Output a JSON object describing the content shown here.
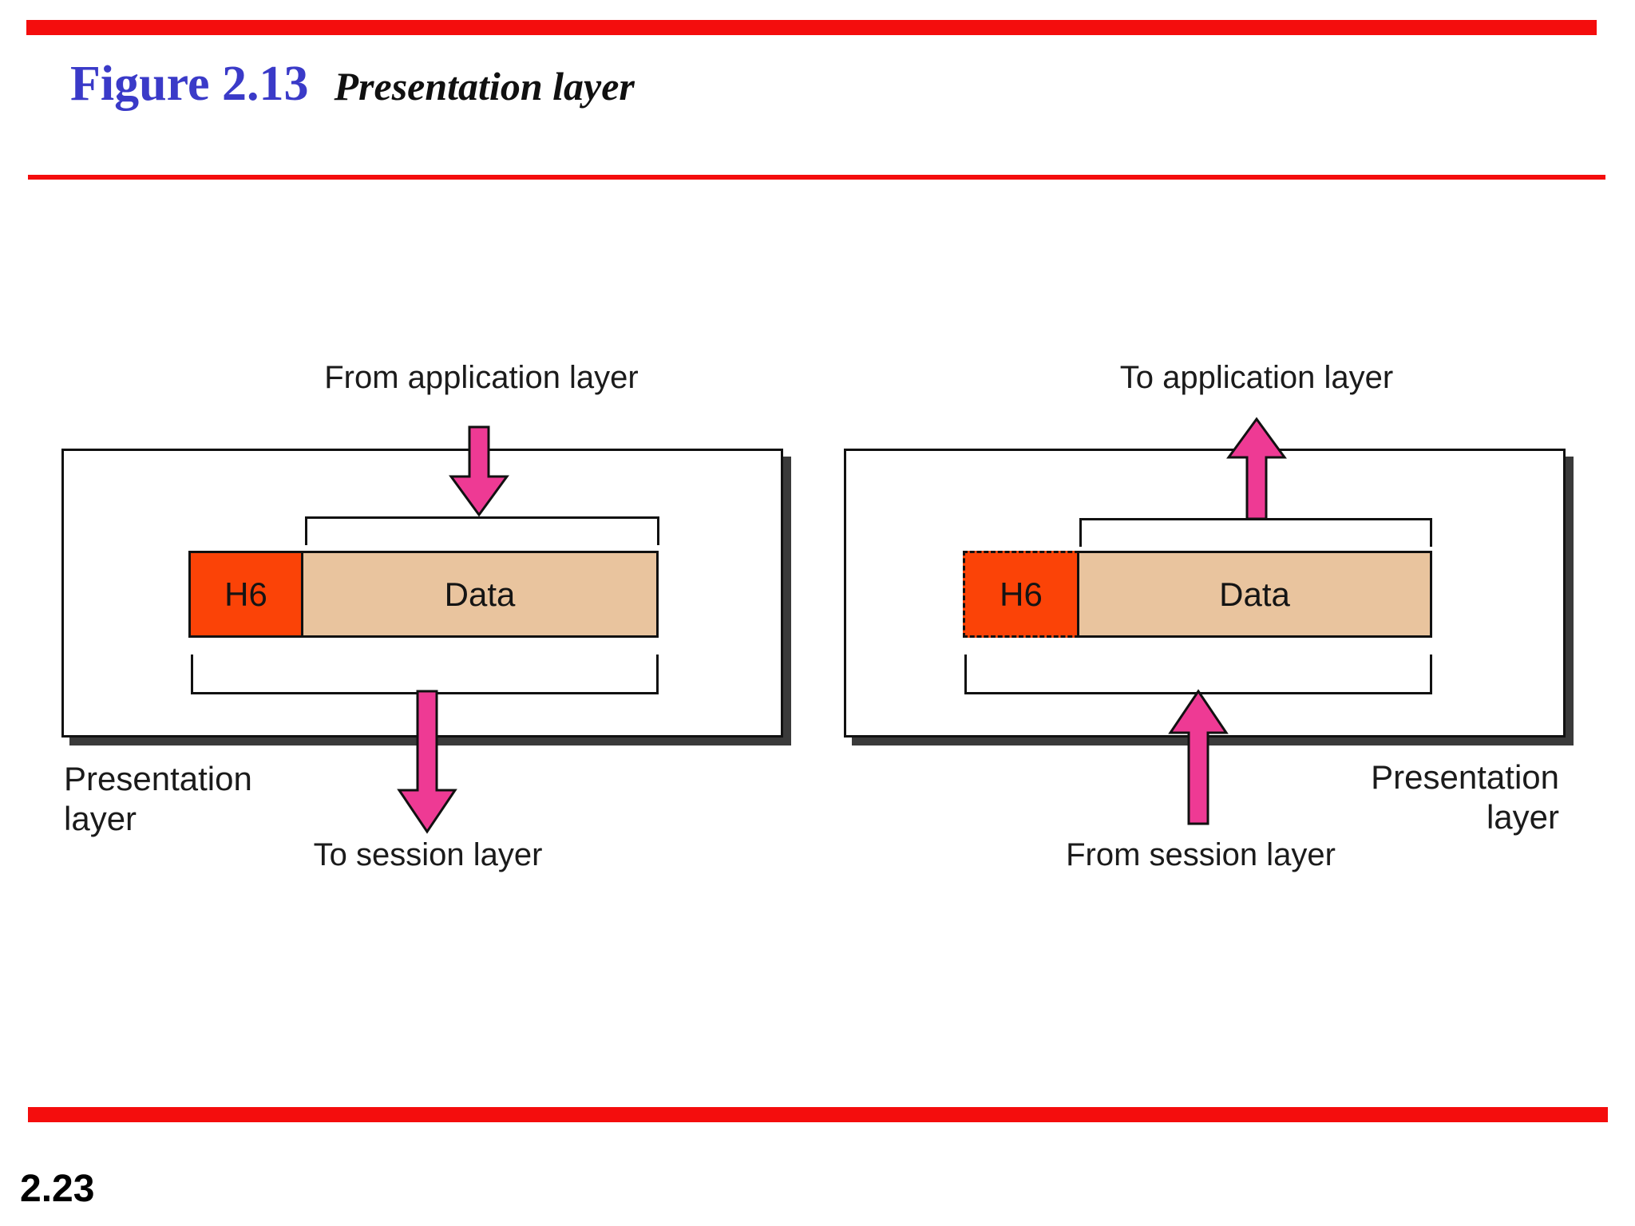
{
  "header": {
    "figure_label": "Figure 2.13",
    "figure_title": "Presentation layer"
  },
  "footer": {
    "page_number": "2.23"
  },
  "colors": {
    "accent_red": "#f40d0d",
    "title_blue": "#3a3ac8",
    "arrow_pink": "#ee3a94",
    "header_orange": "#fb4307",
    "data_tan": "#e9c49e",
    "shadow_gray": "#3a3a3a"
  },
  "diagrams": {
    "left": {
      "top_label": "From application layer",
      "header_label": "H6",
      "data_label": "Data",
      "bottom_label": "To session layer",
      "layer_label_line1": "Presentation",
      "layer_label_line2": "layer"
    },
    "right": {
      "top_label": "To application layer",
      "header_label": "H6",
      "data_label": "Data",
      "bottom_label": "From session layer",
      "layer_label_line1": "Presentation",
      "layer_label_line2": "layer"
    }
  }
}
